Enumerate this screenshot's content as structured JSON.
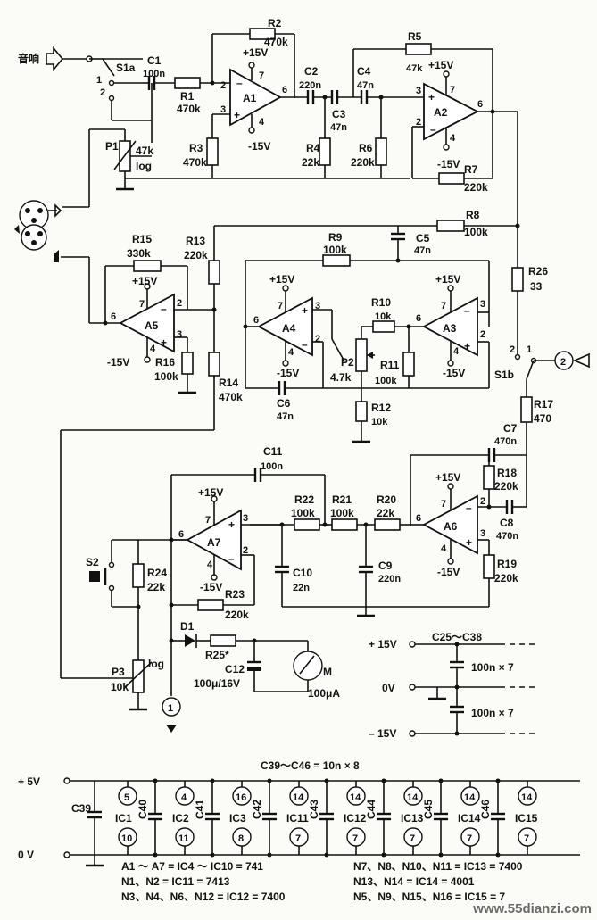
{
  "input_label": "音响",
  "switch_a": "S1a",
  "switch_b": "S1b",
  "switch_pos": [
    "1",
    "2"
  ],
  "supply_pos": "+15V",
  "supply_neg": "-15V",
  "supply_neg_dash": "– 15V",
  "pins": [
    "1",
    "2",
    "3",
    "4",
    "5",
    "6",
    "7"
  ],
  "components": {
    "C1": [
      "C1",
      "100n"
    ],
    "C2": [
      "C2",
      "220n"
    ],
    "C3": [
      "C3",
      "47n"
    ],
    "C4": [
      "C4",
      "47n"
    ],
    "C5": [
      "C5",
      "47n"
    ],
    "C6": [
      "C6",
      "47n"
    ],
    "C7": [
      "C7",
      "470n"
    ],
    "C8": [
      "C8",
      "470n"
    ],
    "C9": [
      "C9",
      "220n"
    ],
    "C10": [
      "C10",
      "22n"
    ],
    "C11": [
      "C11",
      "100n"
    ],
    "C12": [
      "C12",
      "100μ/16V"
    ],
    "R1": [
      "R1",
      "470k"
    ],
    "R2": [
      "R2",
      "470k"
    ],
    "R3": [
      "R3",
      "470k"
    ],
    "R4": [
      "R4",
      "22k"
    ],
    "R5": [
      "R5",
      "47k"
    ],
    "R6": [
      "R6",
      "220k"
    ],
    "R7": [
      "R7",
      "220k"
    ],
    "R8": [
      "R8",
      "100k"
    ],
    "R9": [
      "R9",
      "100k"
    ],
    "R10": [
      "R10",
      "10k"
    ],
    "R11": [
      "R11",
      "100k"
    ],
    "R12": [
      "R12",
      "10k"
    ],
    "R13": [
      "R13",
      "220k"
    ],
    "R14": [
      "R14",
      "470k"
    ],
    "R15": [
      "R15",
      "330k"
    ],
    "R16": [
      "R16",
      "100k"
    ],
    "R17": [
      "R17",
      "470"
    ],
    "R18": [
      "R18",
      "220k"
    ],
    "R19": [
      "R19",
      "220k"
    ],
    "R20": [
      "R20",
      "22k"
    ],
    "R21": [
      "R21",
      "100k"
    ],
    "R22": [
      "R22",
      "100k"
    ],
    "R23": [
      "R23",
      "220k"
    ],
    "R24": [
      "R24",
      "22k"
    ],
    "R25": "R25*",
    "R26": [
      "R26",
      "33"
    ],
    "P1": [
      "P1",
      "47k",
      "log"
    ],
    "P2": [
      "P2",
      "4.7k"
    ],
    "P3": [
      "P3",
      "10k",
      "log"
    ],
    "D1": "D1",
    "S2": "S2",
    "M": [
      "M",
      "100μA"
    ]
  },
  "amps": [
    "A1",
    "A2",
    "A3",
    "A4",
    "A5",
    "A6",
    "A7"
  ],
  "connector": [
    "1",
    "2"
  ],
  "decoupling": {
    "label": "C25～C38",
    "values": [
      "100n × 7",
      "100n × 7"
    ],
    "rails": [
      "+ 15V",
      "0V",
      "– 15V"
    ]
  },
  "logic": {
    "title": "C39～C46 = 10n × 8",
    "vcc": "+ 5V",
    "gnd": "0 V",
    "c39": "C39",
    "caps": [
      "C40",
      "C41",
      "C42",
      "C43",
      "C44",
      "C45",
      "C46"
    ],
    "ics": [
      {
        "name": "IC1",
        "top": "5",
        "bot": "10"
      },
      {
        "name": "IC2",
        "top": "4",
        "bot": "11"
      },
      {
        "name": "IC3",
        "top": "16",
        "bot": "8"
      },
      {
        "name": "IC11",
        "top": "14",
        "bot": "7"
      },
      {
        "name": "IC12",
        "top": "14",
        "bot": "7"
      },
      {
        "name": "IC13",
        "top": "14",
        "bot": "7"
      },
      {
        "name": "IC14",
        "top": "14",
        "bot": "7"
      },
      {
        "name": "IC15",
        "top": "14",
        "bot": "7"
      }
    ],
    "notes": [
      "A1 ～ A7 = IC4 ～ IC10 = 741",
      "N1、N2 = IC11 = 7413",
      "N3、N4、N6、N12 = IC12 = 7400",
      "N7、N8、N10、N11 = IC13 = 7400",
      "N13、N14 = IC14 = 4001",
      "N5、N9、N15、N16 = IC15 = 7"
    ]
  },
  "watermark": "www.55dianzi.com"
}
